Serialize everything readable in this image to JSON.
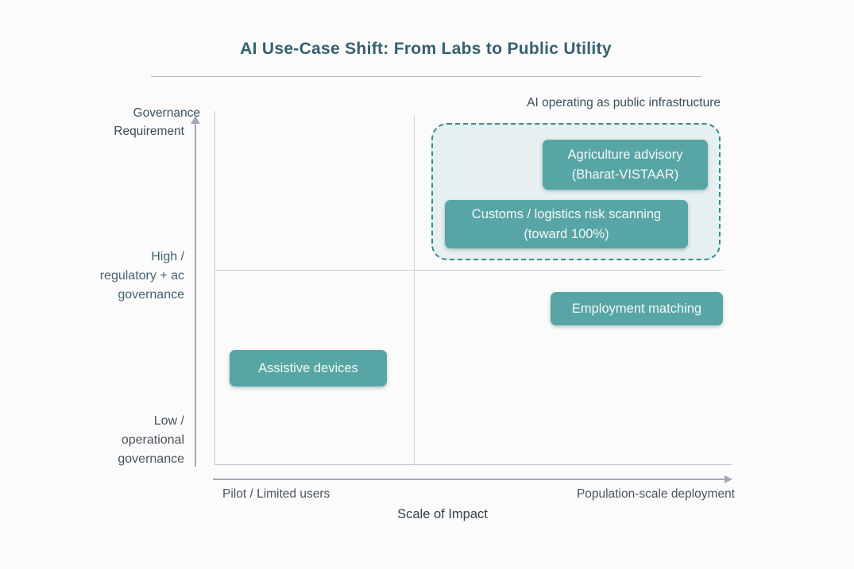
{
  "slide": {
    "title": "AI Use-Case Shift: From Labs to Public Utility",
    "annotation": "AI operating as public infrastructure"
  },
  "y_axis": {
    "label_line1": "Governance",
    "label_line2": "Requirement",
    "tick_high": [
      "High /",
      "regulatory + ac",
      "governance"
    ],
    "tick_low": [
      "Low /",
      "operational",
      "governance"
    ]
  },
  "x_axis": {
    "label": "Scale of Impact",
    "tick_left": "Pilot / Limited users",
    "tick_right": "Population-scale deployment"
  },
  "boxes": {
    "agriculture": {
      "line1": "Agriculture advisory",
      "line2": "(Bharat-VISTAAR)"
    },
    "customs": {
      "line1": "Customs / logistics risk scanning",
      "line2": "(toward 100%)"
    },
    "employment": {
      "label": "Employment matching"
    },
    "assistive": {
      "label": "Assistive devices"
    }
  },
  "colors": {
    "box_teal": "#58a5a5",
    "dashed_border_teal": "#2b8e8e",
    "highlight_region_fill": "#e9f3f1",
    "title_text": "#35616f",
    "axis_text": "#3f5360",
    "grid_line": "#cdd2d9",
    "axis_arrow": "#a3aab4",
    "background": "#fbfbfc"
  },
  "chart_data": {
    "type": "scatter",
    "title": "AI Use-Case Shift: From Labs to Public Utility",
    "xlabel": "Scale of Impact",
    "ylabel": "Governance Requirement",
    "x_range_labels": [
      "Pilot / Limited users",
      "Population-scale deployment"
    ],
    "y_range_labels": [
      "Low / operational governance",
      "High / regulatory + ac governance"
    ],
    "quadrant_grid": true,
    "legend_position": "none",
    "points": [
      {
        "label": "Agriculture advisory (Bharat-VISTAAR)",
        "x": 0.8,
        "y": 0.85,
        "in_highlight_region": true
      },
      {
        "label": "Customs / logistics risk scanning (toward 100%)",
        "x": 0.68,
        "y": 0.68,
        "in_highlight_region": true
      },
      {
        "label": "Employment matching",
        "x": 0.82,
        "y": 0.47,
        "in_highlight_region": false
      },
      {
        "label": "Assistive devices",
        "x": 0.17,
        "y": 0.27,
        "in_highlight_region": false
      }
    ],
    "highlight_region": {
      "annotation": "AI operating as public infrastructure",
      "style": "dashed-rounded-rect",
      "location": "top-right quadrant"
    }
  }
}
